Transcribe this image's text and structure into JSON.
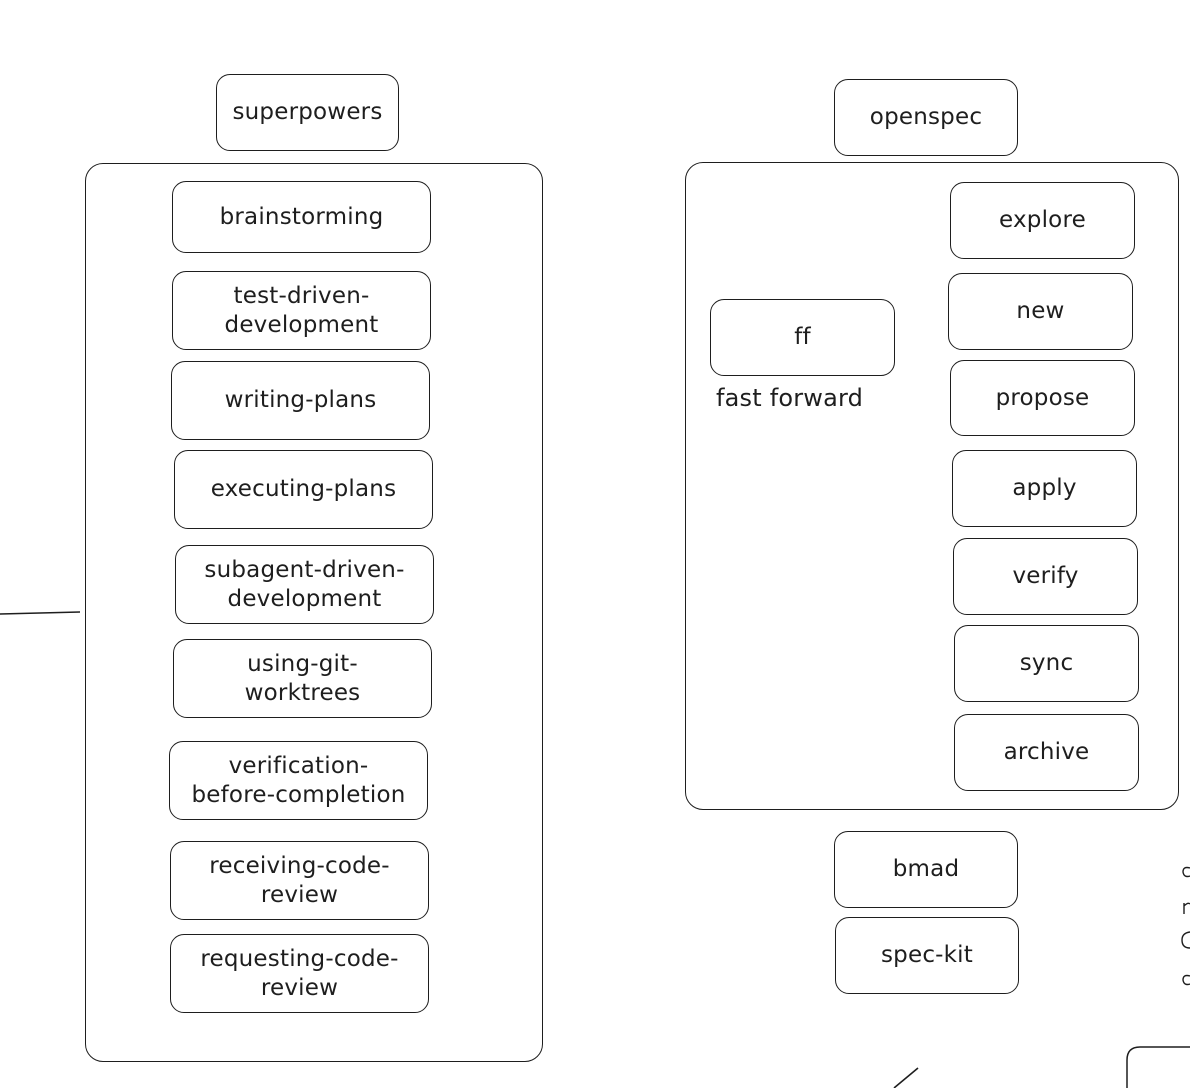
{
  "superpowers": {
    "title": "superpowers",
    "skills": [
      "brainstorming",
      "test-driven-\ndevelopment",
      "writing-plans",
      "executing-plans",
      "subagent-driven-\ndevelopment",
      "using-git-\nworktrees",
      "verification-\nbefore-completion",
      "receiving-code-\nreview",
      "requesting-code-\nreview"
    ]
  },
  "openspec": {
    "title": "openspec",
    "ff": {
      "label": "ff",
      "caption": "fast forward"
    },
    "commands": [
      "explore",
      "new",
      "propose",
      "apply",
      "verify",
      "sync",
      "archive"
    ]
  },
  "others": [
    "bmad",
    "spec-kit"
  ]
}
